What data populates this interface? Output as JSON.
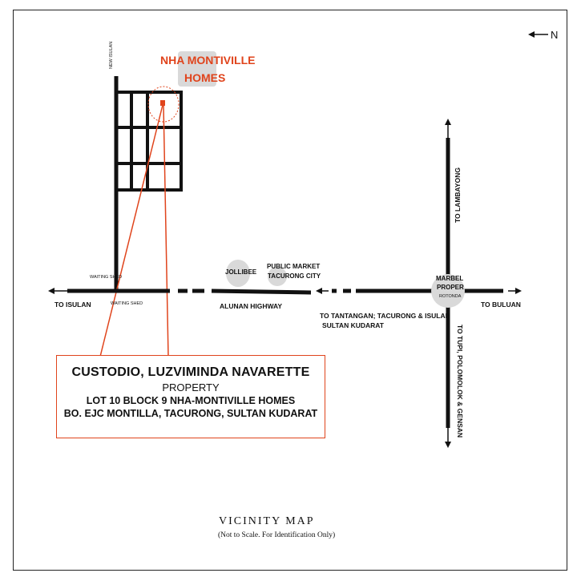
{
  "north": {
    "label": "N"
  },
  "title": {
    "text": "VICINITY MAP",
    "subtitle": "(Not to Scale. For Identification Only)"
  },
  "subdivision": {
    "line1": "NHA MONTIVILLE",
    "line2": "HOMES"
  },
  "roads": {
    "vertical_top": "NEW ISULAN",
    "highway": "ALUNAN HIGHWAY",
    "to_isulan": "TO ISULAN",
    "to_buluan": "TO BULUAN",
    "to_lambayong": "TO LAMBAYONG",
    "to_tupi": "TO TUPI, POLOMOLOK & GENSAN",
    "to_tantangan_1": "TO TANTANGAN; TACURONG & ISULAN",
    "to_tantangan_2": "SULTAN KUDARAT"
  },
  "landmarks": {
    "waiting_shed_1": "WAITING SHED",
    "waiting_shed_2": "WAITING SHED",
    "jollibee": "JOLLIBEE",
    "market_1": "PUBLIC MARKET",
    "market_2": "TACURONG CITY",
    "rotonda_1": "MARBEL",
    "rotonda_2": "PROPER",
    "rotonda_3": "ROTONDA"
  },
  "property": {
    "owner": "CUSTODIO, LUZVIMINDA NAVARETTE",
    "type": "PROPERTY",
    "lot": "LOT 10 BLOCK 9 NHA-MONTIVILLE HOMES",
    "address": "BO. EJC MONTILLA, TACURONG, SULTAN KUDARAT"
  },
  "colors": {
    "accent": "#e0441c",
    "road": "#111111",
    "landmark_fill": "#d9d9d9"
  }
}
